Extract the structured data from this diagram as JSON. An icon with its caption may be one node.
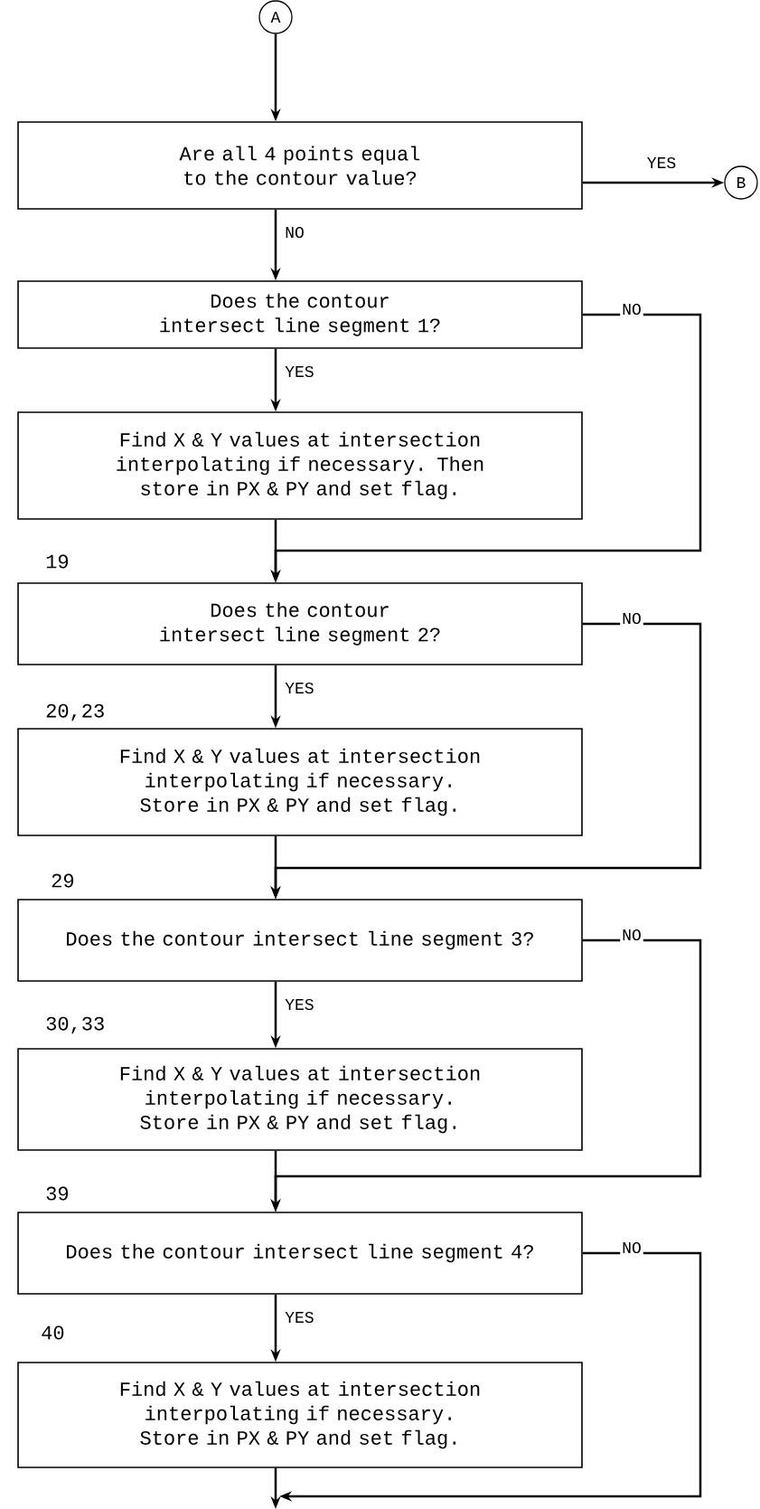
{
  "diagram": {
    "nodes": [
      {
        "text": [
          "A"
        ]
      },
      {
        "text": [
          "Are all 4 points equal to the contour value?"
        ]
      },
      {
        "text": [
          "B"
        ]
      },
      {
        "text": [
          "Does the contour intersect line segment 1?"
        ]
      },
      {
        "text": [
          "Find X & Y values at intersection interpolating if necessary. Then store in PX & PY and set flag."
        ]
      },
      {
        "text": [
          "Does the contour intersect line segment 2?"
        ],
        "beside": [
          "19"
        ]
      },
      {
        "text": [
          "Find X & Y values at intersection interpolating if necessary. Store in PX & PY and set flag."
        ],
        "beside": [
          "20,23"
        ]
      },
      {
        "text": [
          "Does the contour intersect line segment 3?"
        ],
        "beside": [
          "29"
        ]
      },
      {
        "text": [
          "Find X & Y values at intersection interpolating if necessary. Store in PX & PY and set flag."
        ],
        "beside": [
          "30,33"
        ]
      },
      {
        "text": [
          "Does the contour intersect line segment 4?"
        ],
        "beside": [
          "39"
        ]
      },
      {
        "text": [
          "Find X & Y values at intersection interpolating if necessary. Store in PX & PY and set flag."
        ],
        "beside": [
          "40"
        ]
      }
    ],
    "edges": [
      {
        "from": 0,
        "to": 1,
        "arrow": "to"
      },
      {
        "from": 1,
        "to": 2,
        "arrow": "to",
        "label": "YES"
      },
      {
        "from": 1,
        "to": 3,
        "arrow": "to",
        "label": "NO"
      },
      {
        "from": 3,
        "to": 4,
        "arrow": "to",
        "label": "YES"
      },
      {
        "from": 4,
        "to": 5,
        "arrow": "to"
      },
      {
        "from": 3,
        "to": 5,
        "arrow": "to",
        "label": "NO"
      },
      {
        "from": 5,
        "to": 6,
        "arrow": "to",
        "label": "YES"
      },
      {
        "from": 6,
        "to": 7,
        "arrow": "to"
      },
      {
        "from": 5,
        "to": 7,
        "arrow": "to",
        "label": "NO"
      },
      {
        "from": 7,
        "to": 8,
        "arrow": "to",
        "label": "YES"
      },
      {
        "from": 8,
        "to": 9,
        "arrow": "to"
      },
      {
        "from": 7,
        "to": 9,
        "arrow": "to",
        "label": "NO"
      },
      {
        "from": 9,
        "to": 10,
        "arrow": "to",
        "label": "YES"
      },
      {
        "from": 10,
        "to": null,
        "arrow": "to"
      },
      {
        "from": 9,
        "to": null,
        "arrow": "to",
        "label": "NO"
      }
    ]
  }
}
